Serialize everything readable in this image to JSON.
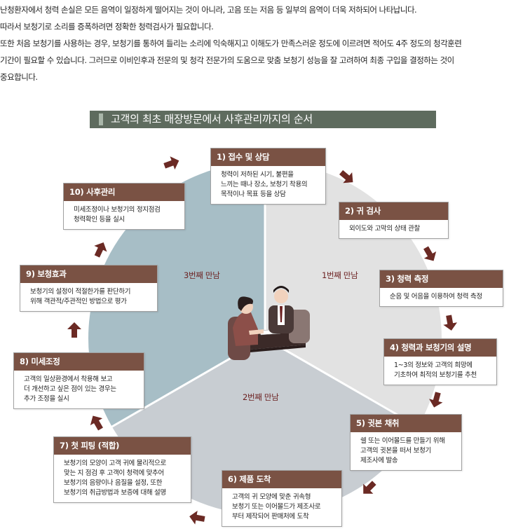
{
  "intro": [
    "난청환자에서 청력 손실은 모든 음역이 일정하게 떨어지는 것이 아니라, 고음 또는 저음 등 일부의 음역이 더욱 저하되어 나타납니다.",
    "따라서 보청기로 소리를 증폭하려면 정확한 청력검사가 필요합니다.",
    "또한 처음 보청기를 사용하는 경우, 보청기를 통하여 들리는 소리에 익숙해지고 이해도가 만족스러운 정도에 이르려면 적어도 4주 정도의 청각훈련",
    "기간이 필요할 수 있습니다. 그러므로 이비인후과 전문의 및 청각 전문가의 도움으로 맞춤 보청기 성능을 잘 고려하여 최종 구입을 결정하는 것이",
    "중요합니다."
  ],
  "banner": {
    "title": "고객의 최초 매장방문에서 사후관리까지의 순서"
  },
  "visits": {
    "first": "1번째 만남",
    "second": "2번째 만남",
    "third": "3번째 만남"
  },
  "colors": {
    "box_header": "#7a5244",
    "arrow": "#6b2a24",
    "banner": "#5e6b5e",
    "sector_light": "#e2e2e2",
    "sector_mid": "#c8cdd2",
    "sector_dark": "#a7bec6"
  },
  "steps": [
    {
      "title": "1) 접수 및 상담",
      "lines": [
        "청력이 저하된 시기, 불편을",
        "느끼는 때나 장소, 보청기 착용의",
        "목적이나 목표 등을 상담"
      ]
    },
    {
      "title": "2) 귀 검사",
      "lines": [
        "외이도와 고막의 상태 관찰"
      ]
    },
    {
      "title": "3) 청력 측정",
      "lines": [
        "순음 및 어음을 이용하여 청력 측정"
      ]
    },
    {
      "title": "4) 청력과 보청기의 설명",
      "lines": [
        "1~3의 정보와 고객의 희망에",
        "기초하여 최적의 보청기를 추천"
      ]
    },
    {
      "title": "5) 귓본 채취",
      "lines": [
        "쉘 또는 이어몰드를 만들기 위해",
        "고객의 귓본을 떠서 보청기",
        "제조사에 발송"
      ]
    },
    {
      "title": "6) 제품 도착",
      "lines": [
        "고객의 귀 모양에 맞춘 귀속형",
        "보청기 또는 이어몰드가 제조사로",
        "부터 제작되어 판매처에 도착"
      ]
    },
    {
      "title": "7) 첫 피팅 (적합)",
      "lines": [
        "보청기의 모양이 고객 귀에 물리적으로",
        "맞는 지 점검 후 고객이 청력에 맞추어",
        "보청기의 음량이나 음질을 설정, 또한",
        "보청기의 취급방법과 보증에 대해 설명"
      ]
    },
    {
      "title": "8) 미세조정",
      "lines": [
        "고객의 일상환경에서 착용해 보고",
        "더 개선하고 싶은 점이 있는 경우는",
        "추가 조정을 실시"
      ]
    },
    {
      "title": "9) 보청효과",
      "lines": [
        "보청기의 설정이 적절한가를 판단하기",
        "위해 객관적/주관적인 방법으로 평가"
      ]
    },
    {
      "title": "10) 사후관리",
      "lines": [
        "미세조정이나 보청기의 정지점검",
        "청력확인 등을 실시"
      ]
    }
  ]
}
